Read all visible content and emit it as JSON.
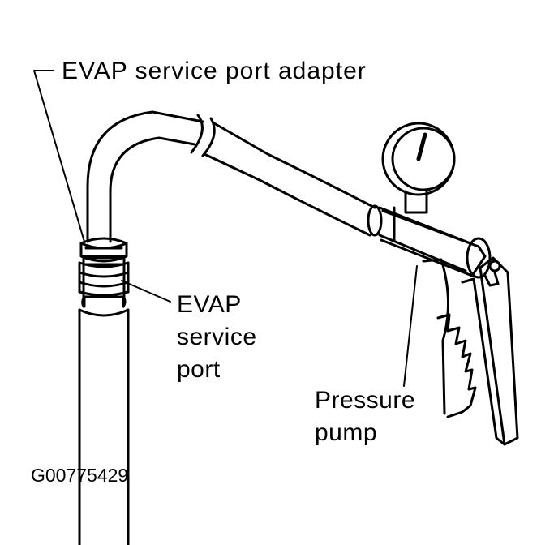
{
  "labels": {
    "adapter": "EVAP service port adapter",
    "port_line1": "EVAP",
    "port_line2": "service",
    "port_line3": "port",
    "pump_line1": "Pressure",
    "pump_line2": "pump"
  },
  "figure_id": "G00775429",
  "colors": {
    "ink": "#000000",
    "background": "#ffffff"
  }
}
